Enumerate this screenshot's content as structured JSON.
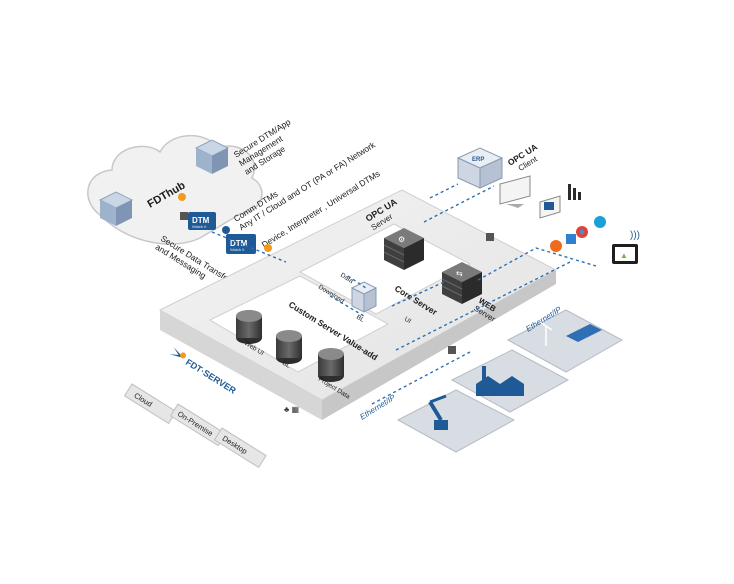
{
  "cloud": {
    "logo": "FDThub",
    "callouts": [
      "Secure DTM/App",
      "Management",
      "and Storage"
    ]
  },
  "dtm_notes": {
    "comm_line1": "Comm DTMs",
    "comm_line2": "Any IT / Cloud and OT (PA or FA) Network",
    "device_line": "Device, Interpreter , Universal DTMs",
    "dtm_tag": "DTM",
    "dtm_sub": "Watch it"
  },
  "secure_transfer": {
    "line1": "Secure Data Transfer",
    "line2": "and Messaging"
  },
  "platform": {
    "opcua_label": "OPC UA",
    "opcua_server": "Server",
    "core_server": "Core Server",
    "web_server_line1": "WEB",
    "web_server_line2": "Server",
    "data_label": "Data",
    "download_label": "Download",
    "bl_label": "BL",
    "ui_label": "UI",
    "custom_title": "Custom Server Value-add",
    "custom_items": [
      "Web UI",
      "BL",
      "Project Data"
    ],
    "brand": "FDT·SERVER"
  },
  "deployment": [
    "Cloud",
    "On-Premise",
    "Desktop"
  ],
  "client": {
    "erp": "ERP",
    "opcua": "OPC UA",
    "client": "Client"
  },
  "networks": {
    "top": "Ethernet/IP",
    "bottom": "Ethernet/IP"
  }
}
